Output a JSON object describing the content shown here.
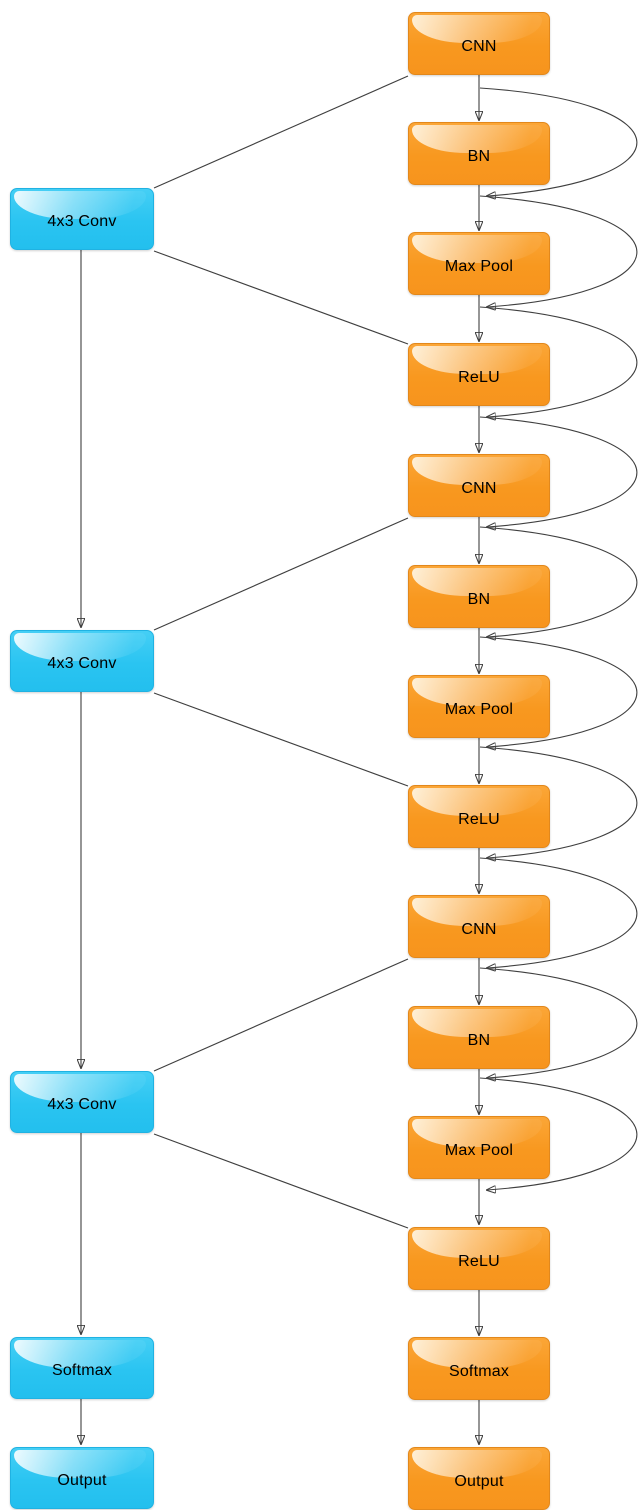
{
  "diagram": {
    "type": "flowchart",
    "description": "Convolutional neural network architecture with a main layer chain, skip-connection arcs, and a parallel 4x3 Conv branch column",
    "colors": {
      "orange_node": "#F7941D",
      "blue_node": "#29C5F0",
      "edge_line": "#3F3F3F",
      "text": "#000000",
      "background": "#FFFFFF"
    },
    "right_column": {
      "nodes": [
        {
          "label": "CNN"
        },
        {
          "label": "BN"
        },
        {
          "label": "Max Pool"
        },
        {
          "label": "ReLU"
        },
        {
          "label": "CNN"
        },
        {
          "label": "BN"
        },
        {
          "label": "Max Pool"
        },
        {
          "label": "ReLU"
        },
        {
          "label": "CNN"
        },
        {
          "label": "BN"
        },
        {
          "label": "Max Pool"
        },
        {
          "label": "ReLU"
        },
        {
          "label": "Softmax"
        },
        {
          "label": "Output"
        }
      ]
    },
    "left_column": {
      "nodes": [
        {
          "label": "4x3 Conv"
        },
        {
          "label": "4x3 Conv"
        },
        {
          "label": "4x3 Conv"
        },
        {
          "label": "Softmax"
        },
        {
          "label": "Output"
        }
      ]
    },
    "edges": {
      "right_chain": "CNN → BN → Max Pool → ReLU → CNN → BN → Max Pool → ReLU → CNN → BN → Max Pool → ReLU → Softmax → Output",
      "left_chain": "4x3 Conv → 4x3 Conv → 4x3 Conv → Softmax → Output",
      "skip_arc_count": 10,
      "branch_links": [
        "CNN-1 → 4x3 Conv-1",
        "4x3 Conv-1 → ReLU-1",
        "CNN-2 → 4x3 Conv-2",
        "4x3 Conv-2 → ReLU-2",
        "CNN-3 → 4x3 Conv-3",
        "4x3 Conv-3 → ReLU-3"
      ]
    }
  }
}
